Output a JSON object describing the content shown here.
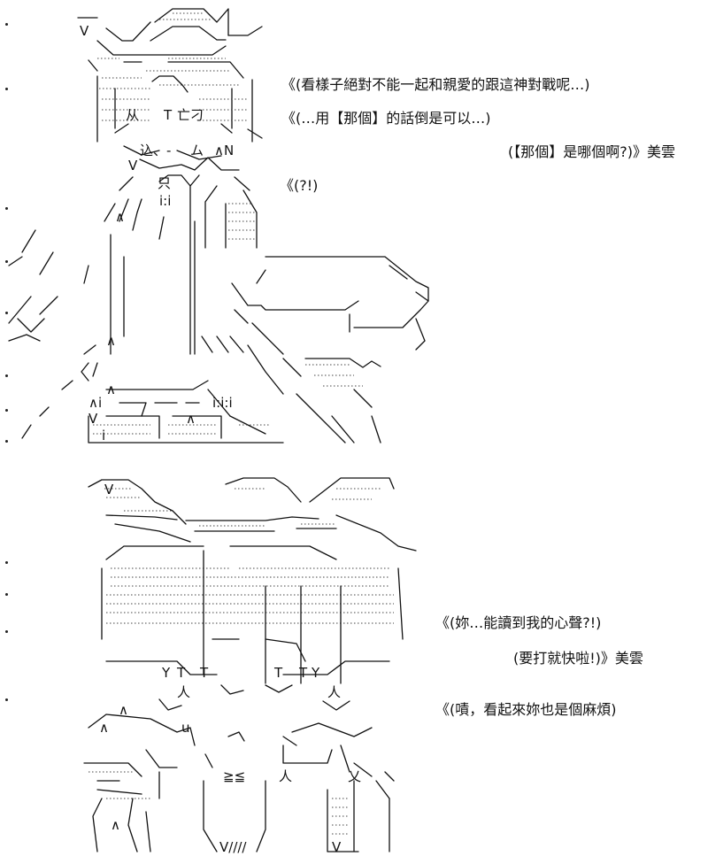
{
  "panels": [
    {
      "dialogue": [
        "《(看樣子絕對不能一起和親愛的跟這神對戰呢…)",
        "《(…用【那個】的話倒是可以…)",
        "(【那個】是哪個啊?)》美雲",
        "《(?!)"
      ]
    },
    {
      "dialogue": [
        "《(妳…能讀到我的心聲?!)",
        "(要打就快啦!)》美雲",
        "《(嘖，看起來妳也是個麻煩)"
      ]
    }
  ],
  "art": {
    "glyphs_top": [
      "V",
      "从",
      "T",
      "亡刁",
      "込、-",
      "ム",
      "∧N",
      "V",
      "只",
      "i:i",
      "∧",
      "∧",
      "∧",
      "∧i",
      "V",
      "i",
      "i:i:i",
      "∧"
    ],
    "glyphs_bottom": [
      "V",
      "Y",
      "T",
      "T",
      "T",
      "T",
      "Y",
      "人",
      "人",
      "∧",
      "∧",
      "u",
      "≧≦",
      "人",
      "乂",
      "V////",
      "∧",
      "V"
    ]
  }
}
